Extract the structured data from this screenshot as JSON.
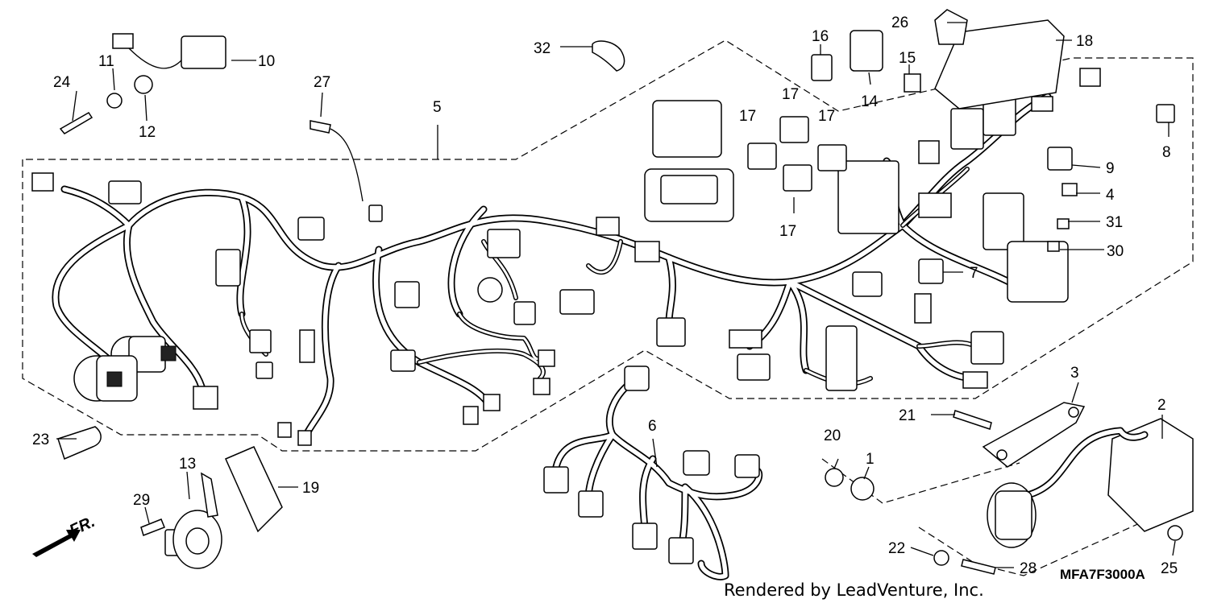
{
  "diagram": {
    "callouts": {
      "c1": "1",
      "c2": "2",
      "c3": "3",
      "c4": "4",
      "c5": "5",
      "c6": "6",
      "c7": "7",
      "c8": "8",
      "c9": "9",
      "c10": "10",
      "c11": "11",
      "c12": "12",
      "c13": "13",
      "c14": "14",
      "c15": "15",
      "c16": "16",
      "c17a": "17",
      "c17b": "17",
      "c17c": "17",
      "c17d": "17",
      "c18": "18",
      "c19": "19",
      "c20": "20",
      "c21": "21",
      "c22": "22",
      "c23": "23",
      "c24": "24",
      "c25": "25",
      "c26": "26",
      "c27": "27",
      "c28": "28",
      "c29": "29",
      "c30": "30",
      "c31": "31",
      "c32": "32"
    },
    "direction_label": "FR.",
    "diagram_code": "MFA7F3000A",
    "credit": "Rendered by LeadVenture, Inc."
  }
}
